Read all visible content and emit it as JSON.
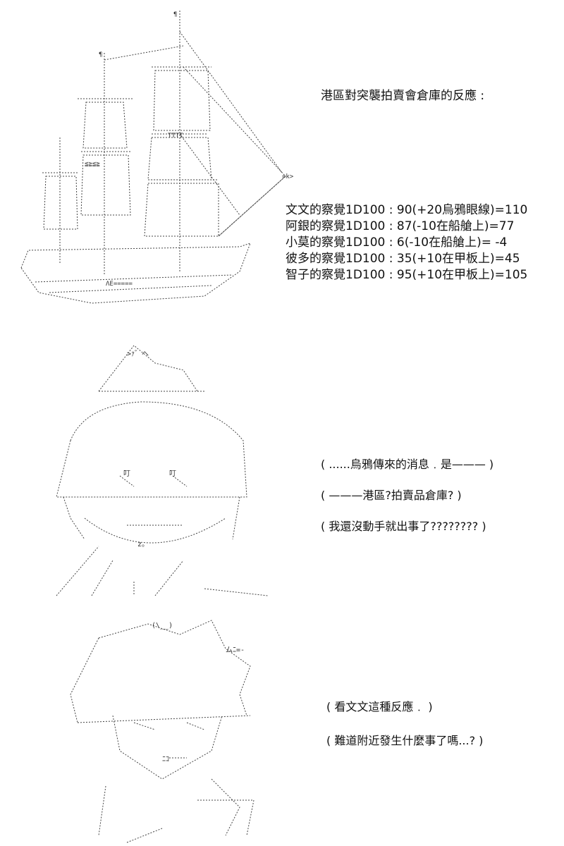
{
  "panel1": {
    "heading": "港區對突襲拍賣會倉庫的反應 :",
    "rolls": [
      "文文的察覺1D100 : 90(+20烏鴉眼線)=110",
      "阿銀的察覺1D100 : 87(-10在船艙上)=77",
      "小莫的察覺1D100 : 6(-10在船艙上)= -4",
      "彼多的察覺1D100 : 35(+10在甲板上)=45",
      "智子的察覺1D100 : 95(+10在甲板上)=105"
    ]
  },
  "panel2": {
    "thoughts": [
      "( ......烏鴉傳來的消息﹒是——— )",
      "( ———港區?拍賣品倉庫? )",
      "( 我還沒動手就出事了???????? )"
    ]
  },
  "panel3": {
    "thoughts": [
      "( 看文文這種反應﹒ )",
      "( 難道附近發生什麼事了嗎...? )"
    ]
  }
}
